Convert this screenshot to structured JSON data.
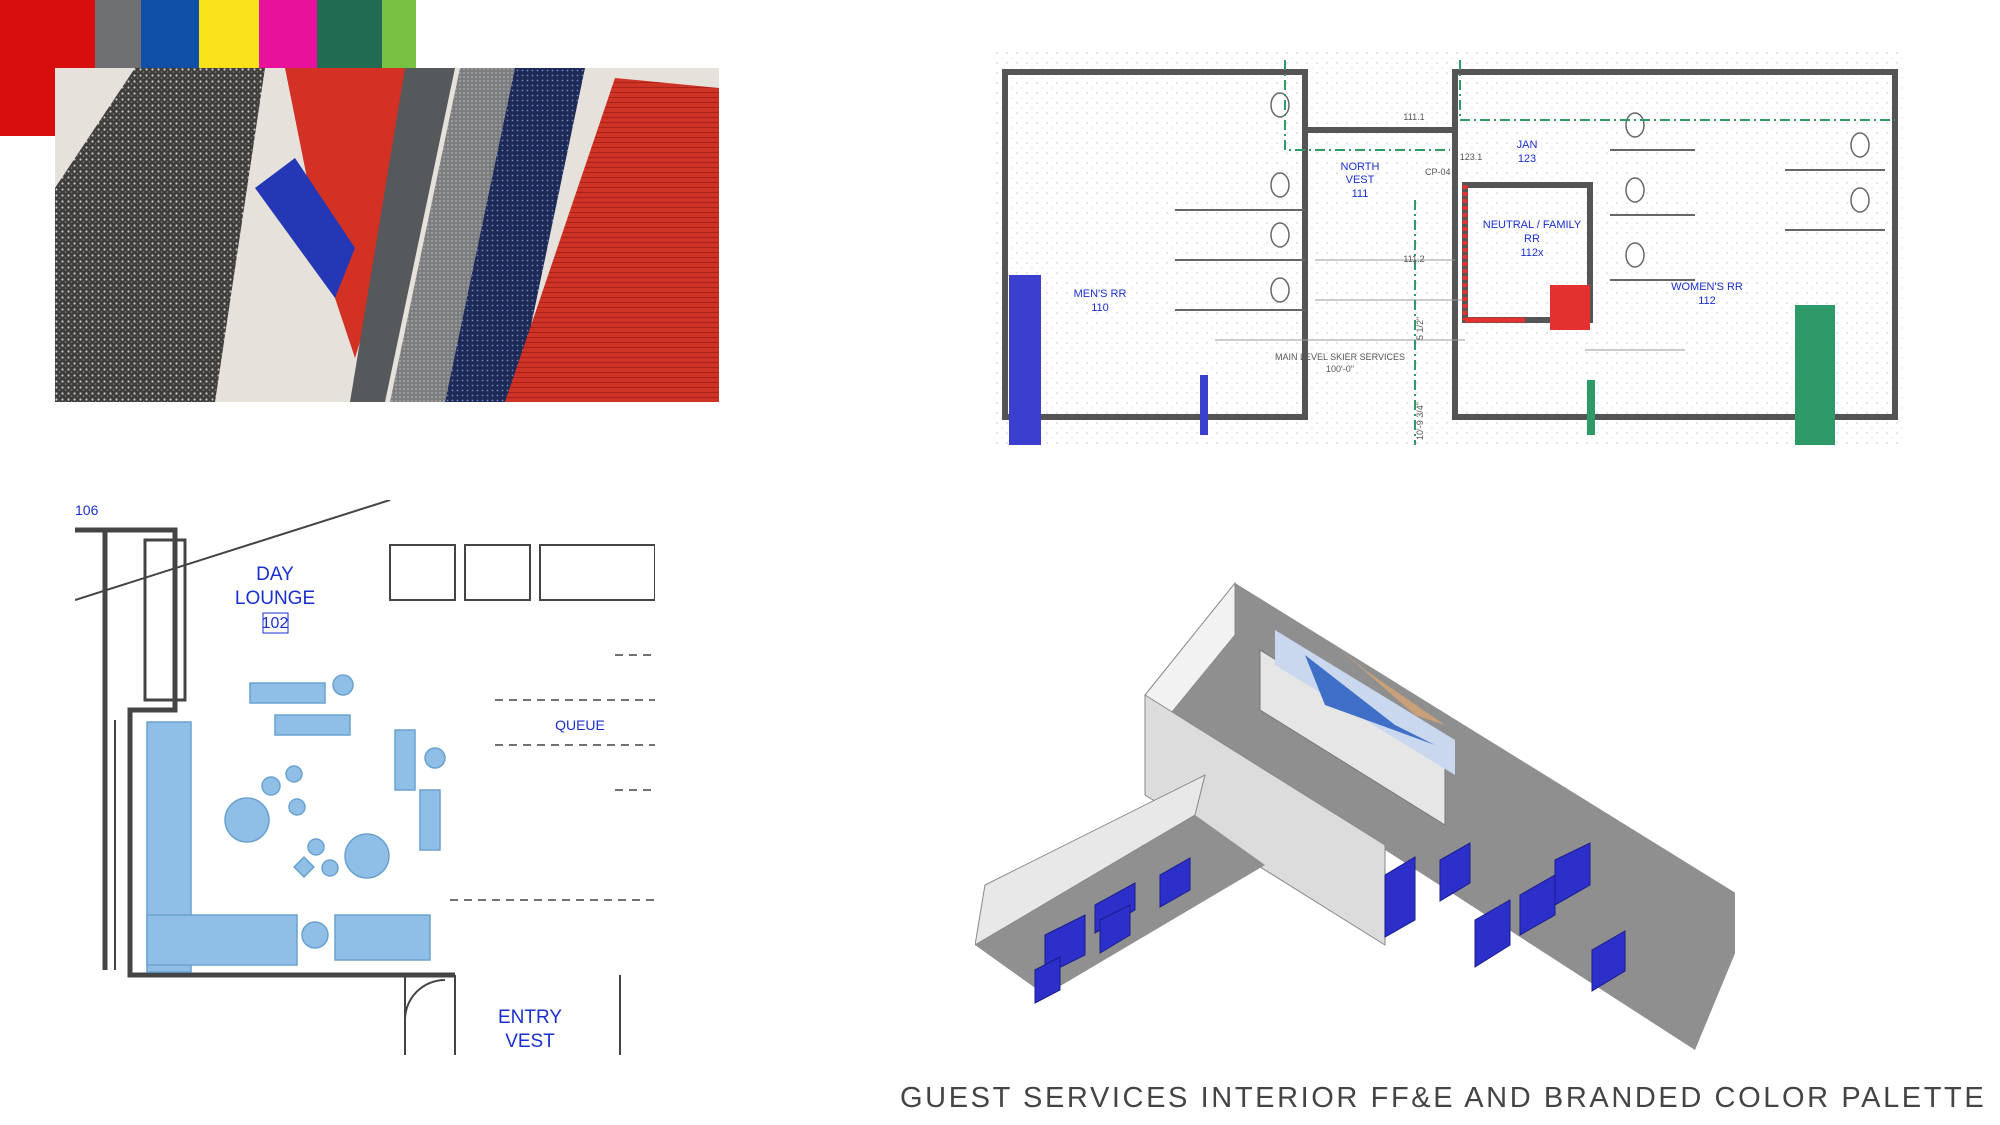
{
  "caption": "GUEST SERVICES INTERIOR FF&E AND BRANDED COLOR PALETTE",
  "restroom_plan": {
    "rooms": {
      "north_vest": {
        "name_line1": "NORTH",
        "name_line2": "VEST",
        "number": "111",
        "tag": "CP-04"
      },
      "jan": {
        "name": "JAN",
        "number": "123"
      },
      "family": {
        "name_line1": "NEUTRAL / FAMILY",
        "name_line2": "RR",
        "number": "112x"
      },
      "mens": {
        "name": "MEN'S RR",
        "number": "110"
      },
      "womens": {
        "name": "WOMEN'S RR",
        "number": "112"
      },
      "corridor": {
        "name": "MAIN LEVEL SKIER SERVICES",
        "elev": "100'-0\""
      }
    },
    "tags": [
      "111.1",
      "123.1",
      "111.2"
    ],
    "dims": [
      "5 1/2\"",
      "10'-9 3/4\""
    ]
  },
  "lounge_plan": {
    "room_line1": "DAY",
    "room_line2": "LOUNGE",
    "room_number": "102",
    "queue": "QUEUE",
    "entry_line1": "ENTRY",
    "entry_line2": "VEST",
    "top_number": "106"
  },
  "palette": [
    {
      "name": "red",
      "color": "#d80e0e"
    },
    {
      "name": "concrete-gray",
      "color": "#6e7071"
    },
    {
      "name": "blue",
      "color": "#0f4fa8"
    },
    {
      "name": "yellow",
      "color": "#f9e21a"
    },
    {
      "name": "magenta",
      "color": "#e8119b"
    },
    {
      "name": "forest-green",
      "color": "#216b52"
    },
    {
      "name": "lime-green",
      "color": "#79c143"
    }
  ],
  "colors": {
    "lounge_furniture": "#8fbfe6",
    "lounge_text": "#1a2fd0",
    "locker_blue": "#2c2fc9",
    "plan_green": "#2f9a66"
  }
}
